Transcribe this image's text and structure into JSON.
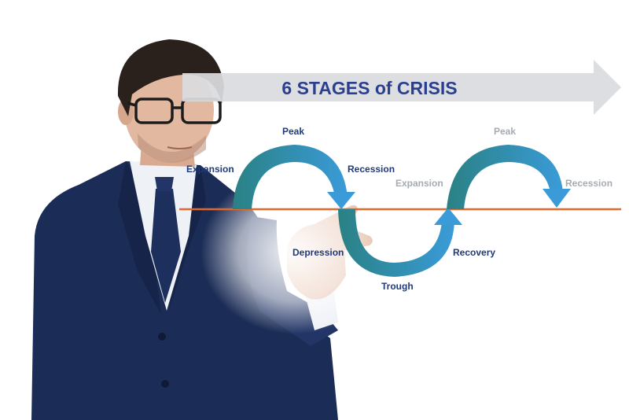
{
  "banner": {
    "title": "6 STAGES of CRISIS"
  },
  "cycle1": {
    "expansion": "Expansion",
    "peak": "Peak",
    "recession": "Recession",
    "depression": "Depression",
    "trough": "Trough",
    "recovery": "Recovery"
  },
  "cycle2": {
    "expansion": "Expansion",
    "peak": "Peak",
    "recession": "Recession"
  },
  "colors": {
    "title": "#2a3f8f",
    "label": "#1f3a7a",
    "label_faded": "#a6abb2",
    "baseline": "#e2682c",
    "teal": "#2a8184",
    "blue": "#3a9bd8",
    "banner": "#dadcdf",
    "suit": "#1b2c56",
    "shirt": "#eef1f6",
    "tie": "#1d2f5c",
    "skin": "#e3b8a0",
    "hair": "#2b211c"
  }
}
